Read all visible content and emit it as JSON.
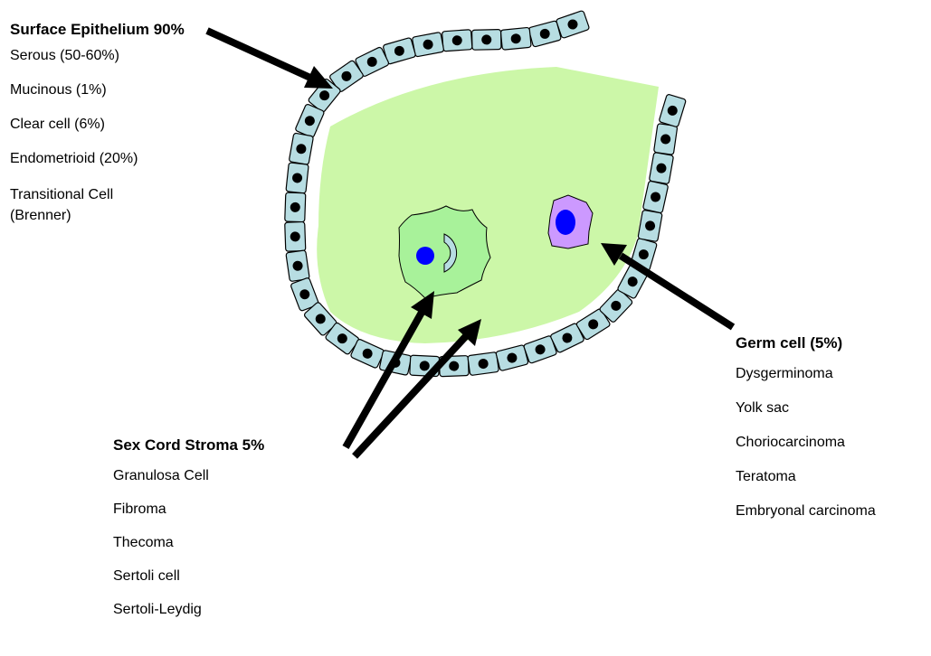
{
  "surface_epithelium": {
    "title": "Surface Epithelium 90%",
    "items": [
      "Serous (50-60%)",
      "Mucinous (1%)",
      "Clear cell (6%)",
      "Endometrioid (20%)",
      "Transitional Cell (Brenner)"
    ]
  },
  "sex_cord_stroma": {
    "title": "Sex Cord Stroma 5%",
    "items": [
      "Granulosa Cell",
      "Fibroma",
      "Thecoma",
      "Sertoli cell",
      "Sertoli-Leydig"
    ]
  },
  "germ_cell": {
    "title": "Germ cell (5%)",
    "items": [
      "Dysgerminoma",
      "Yolk sac",
      "Choriocarcinoma",
      "Teratoma",
      "Embryonal carcinoma"
    ]
  },
  "colors": {
    "epithelial_cell": "#b7dde2",
    "stroma": "#ccf7a8",
    "granulosa_cell": "#a8f29a",
    "germ_cell": "#cc99ff",
    "nucleus_epithelial": "#000000",
    "nucleus_blue": "#0000ff",
    "outline": "#000000",
    "arrow": "#000000"
  }
}
